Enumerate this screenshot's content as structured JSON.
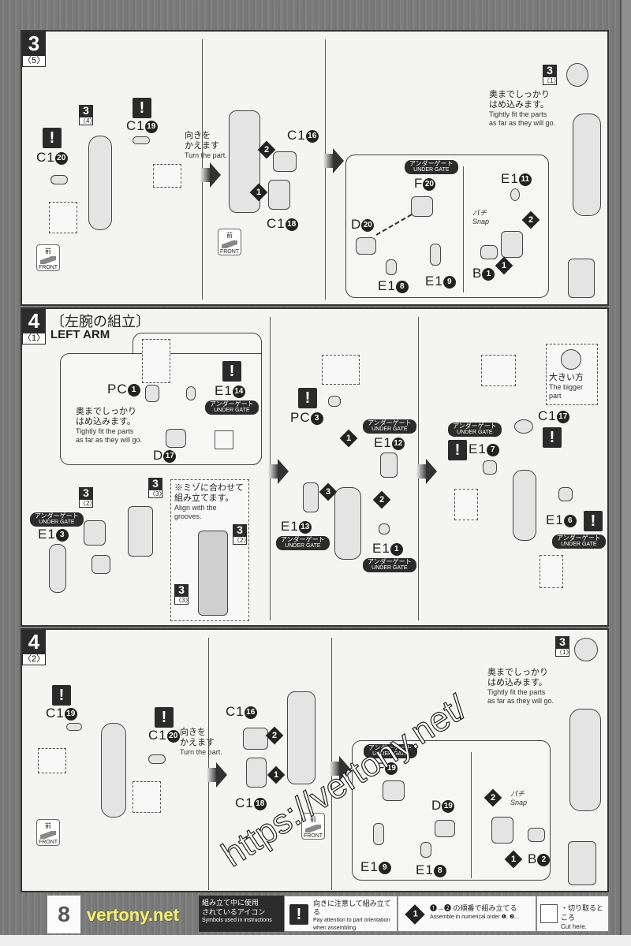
{
  "page_number": "8",
  "colors": {
    "ink": "#2b2b2b",
    "paper": "#f4f4f2",
    "background": "#7d7d7d",
    "site_mark": "#f3ef7a"
  },
  "common": {
    "under_gate_jp": "アンダーゲート",
    "under_gate_en": "UNDER GATE",
    "warn_glyph": "!",
    "turn_jp_1": "向きを",
    "turn_jp_2": "かえます",
    "turn_en": "Turn the part.",
    "front_jp": "前",
    "front_en": "FRONT",
    "fit_jp_1": "奥までしっかり",
    "fit_jp_2": "はめ込みます。",
    "fit_en_1": "Tightly fit the parts",
    "fit_en_2": "as far as they will go.",
    "snap_jp": "パチ",
    "snap_en": "Snap"
  },
  "section1": {
    "step": "3",
    "sub": "〈5〉",
    "ref_a": {
      "n": "3",
      "s": "〈4〉"
    },
    "ref_b": {
      "n": "3",
      "s": "〈1〉"
    },
    "labels": {
      "c1_20": {
        "p": "C1",
        "c": "20"
      },
      "c1_19": {
        "p": "C1",
        "c": "19"
      },
      "c1_16": {
        "p": "C1",
        "c": "16"
      },
      "c1_18": {
        "p": "C1",
        "c": "18"
      },
      "f20": {
        "p": "F",
        "c": "20"
      },
      "d20": {
        "p": "D",
        "c": "20"
      },
      "e1_8": {
        "p": "E1",
        "c": "8"
      },
      "e1_9": {
        "p": "E1",
        "c": "9"
      },
      "e1_11": {
        "p": "E1",
        "c": "11"
      },
      "b1": {
        "p": "B",
        "c": "1"
      }
    },
    "order": [
      "1",
      "2"
    ]
  },
  "section2": {
    "step": "4",
    "sub": "〈1〉",
    "title_jp": "〔左腕の組立〕",
    "title_en": "LEFT ARM",
    "ref_2": {
      "n": "3",
      "s": "〈2〉"
    },
    "ref_3": {
      "n": "3",
      "s": "〈3〉"
    },
    "ref_2s": {
      "n": "3",
      "s": "〈2〉"
    },
    "ref_3s": {
      "n": "3",
      "s": "〈3〉"
    },
    "align_jp_1": "※ミゾに合わせて",
    "align_jp_2": "組み立てます。",
    "align_en_1": "Align with the",
    "align_en_2": "grooves.",
    "bigger_jp": "大きい方",
    "bigger_en": "The bigger part",
    "labels": {
      "pc1": {
        "p": "PC",
        "c": "1"
      },
      "e1_14": {
        "p": "E1",
        "c": "14"
      },
      "d17": {
        "p": "D",
        "c": "17"
      },
      "e1_3": {
        "p": "E1",
        "c": "3"
      },
      "pc3": {
        "p": "PC",
        "c": "3"
      },
      "e1_12": {
        "p": "E1",
        "c": "12"
      },
      "e1_13": {
        "p": "E1",
        "c": "13"
      },
      "e1_1": {
        "p": "E1",
        "c": "1"
      },
      "e1_7": {
        "p": "E1",
        "c": "7"
      },
      "c1_17": {
        "p": "C1",
        "c": "17"
      },
      "e1_6": {
        "p": "E1",
        "c": "6"
      }
    },
    "order": [
      "1",
      "2",
      "3"
    ]
  },
  "section3": {
    "step": "4",
    "sub": "〈2〉",
    "ref_b": {
      "n": "3",
      "s": "〈1〉"
    },
    "labels": {
      "c1_19": {
        "p": "C1",
        "c": "19"
      },
      "c1_20": {
        "p": "C1",
        "c": "20"
      },
      "c1_16": {
        "p": "C1",
        "c": "16"
      },
      "c1_18": {
        "p": "C1",
        "c": "18"
      },
      "f19": {
        "p": "F",
        "c": "19"
      },
      "d19": {
        "p": "D",
        "c": "19"
      },
      "e1_9": {
        "p": "E1",
        "c": "9"
      },
      "e1_8": {
        "p": "E1",
        "c": "8"
      },
      "b2": {
        "p": "B",
        "c": "2"
      }
    },
    "order": [
      "1",
      "2"
    ]
  },
  "legend": {
    "title_jp_1": "組み立て中に使用",
    "title_jp_2": "されているアイコン",
    "title_en": "Symbols used in instructions",
    "warn_jp": "向きに注意して組み立てる",
    "warn_en_1": "Pay attention to part orientation",
    "warn_en_2": "when assembling.",
    "order_glyph": "1",
    "order_jp": "❶→❷ の順番で組み立てる",
    "order_en": "Assemble in numerical order ❶, ❷...",
    "cut_jp": "・切り取るところ",
    "cut_en": "Cut here."
  },
  "watermark": "https://vertony.net/",
  "site_mark": "vertony.net"
}
